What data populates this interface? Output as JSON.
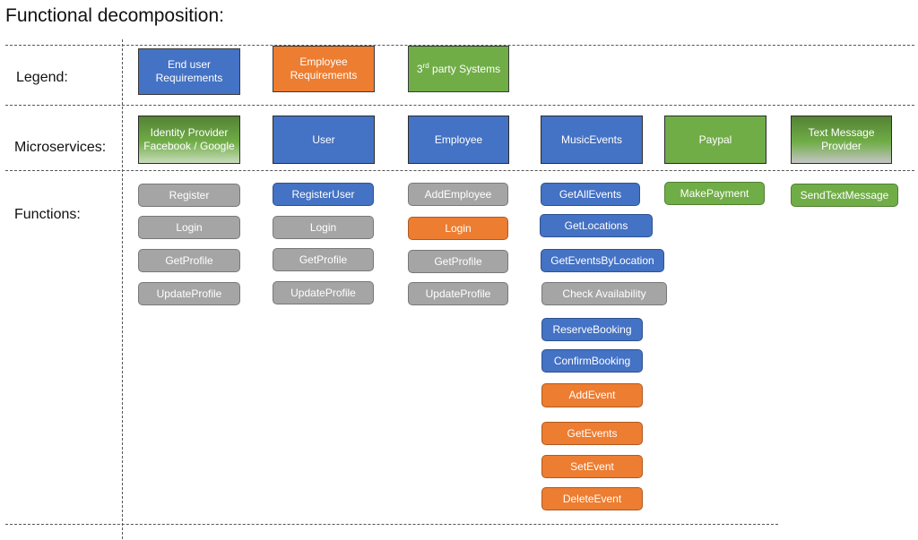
{
  "title": "Functional decomposition:",
  "row_labels": {
    "legend": "Legend:",
    "microservices": "Microservices:",
    "functions": "Functions:"
  },
  "legend": {
    "end_user": "End user Requirements",
    "employee": "Employee Requirements",
    "third_party_main": "3",
    "third_party_sup": "rd",
    "third_party_rest": " party Systems"
  },
  "microservices": {
    "identity_provider": "Identity Provider Facebook / Google",
    "user": "User",
    "employee": "Employee",
    "music_events": "MusicEvents",
    "paypal": "Paypal",
    "text_message_provider": "Text Message Provider"
  },
  "functions": {
    "identity_provider": [
      "Register",
      "Login",
      "GetProfile",
      "UpdateProfile"
    ],
    "user": [
      "RegisterUser",
      "Login",
      "GetProfile",
      "UpdateProfile"
    ],
    "employee": [
      "AddEmployee",
      "Login",
      "GetProfile",
      "UpdateProfile"
    ],
    "music_events": [
      "GetAllEvents",
      "GetLocations",
      "GetEventsByLocation",
      "Check Availability",
      "ReserveBooking",
      "ConfirmBooking",
      "AddEvent",
      "GetEvents",
      "SetEvent",
      "DeleteEvent"
    ],
    "paypal": [
      "MakePayment"
    ],
    "text_message_provider": [
      "SendTextMessage"
    ]
  },
  "colors": {
    "end_user": "#4472c4",
    "employee": "#ed7d31",
    "third_party": "#70ad47",
    "inherited": "#a5a5a5"
  }
}
